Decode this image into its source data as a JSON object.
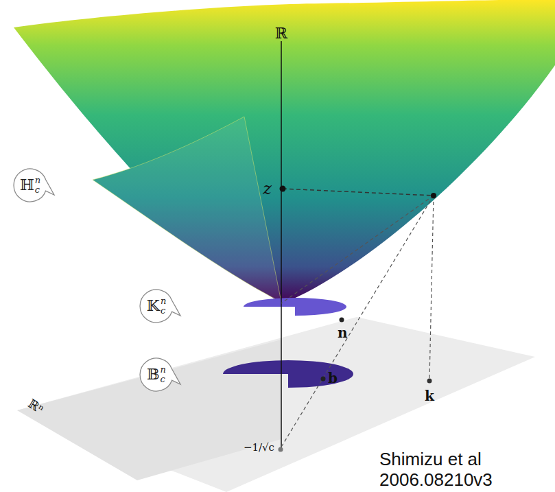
{
  "diagram": {
    "nodes": [
      {
        "text": [
          "ℍ",
          "n",
          "c"
        ]
      },
      {
        "text": [
          "𝕂",
          "n",
          "c"
        ]
      },
      {
        "text": [
          "𝔹",
          "n",
          "c"
        ]
      }
    ],
    "labels": [
      "ℝ",
      "z",
      "n",
      "b",
      "k",
      "−1/√c",
      "ℝⁿ",
      "Shimizu et al 2006.08210v3"
    ]
  }
}
